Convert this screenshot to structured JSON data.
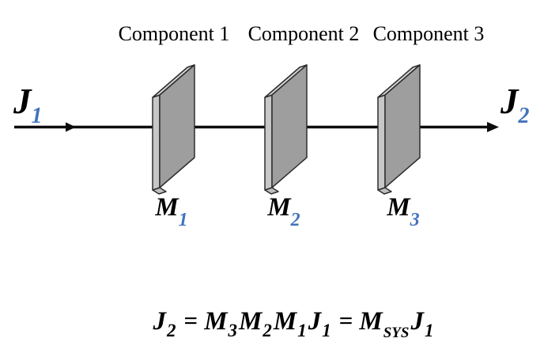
{
  "diagram": {
    "component_labels": [
      {
        "text": "Component 1"
      },
      {
        "text": "Component 2"
      },
      {
        "text": "Component 3"
      }
    ],
    "input_label": {
      "base": "J",
      "sub": "1"
    },
    "output_label": {
      "base": "J",
      "sub": "2"
    },
    "matrix_labels": [
      {
        "base": "M",
        "sub": "1"
      },
      {
        "base": "M",
        "sub": "2"
      },
      {
        "base": "M",
        "sub": "3"
      }
    ],
    "colors": {
      "line": "#0d0d0d",
      "plate_front": "#9e9e9e",
      "plate_side": "#c7c7c7",
      "plate_top": "#d3d3d3",
      "plate_bottom": "#bfbfbf",
      "plate_outline": "#2d2d2d",
      "subscript_accent": "#4173bd",
      "text": "#000000"
    }
  },
  "equation": {
    "parts": [
      {
        "base": "J",
        "sub": "2"
      },
      {
        "op": "="
      },
      {
        "base": "M",
        "sub": "3"
      },
      {
        "base": "M",
        "sub": "2"
      },
      {
        "base": "M",
        "sub": "1"
      },
      {
        "base": "J",
        "sub": "1"
      },
      {
        "op": "="
      },
      {
        "base": "M",
        "sub": "SYS"
      },
      {
        "base": "J",
        "sub": "1"
      }
    ]
  }
}
